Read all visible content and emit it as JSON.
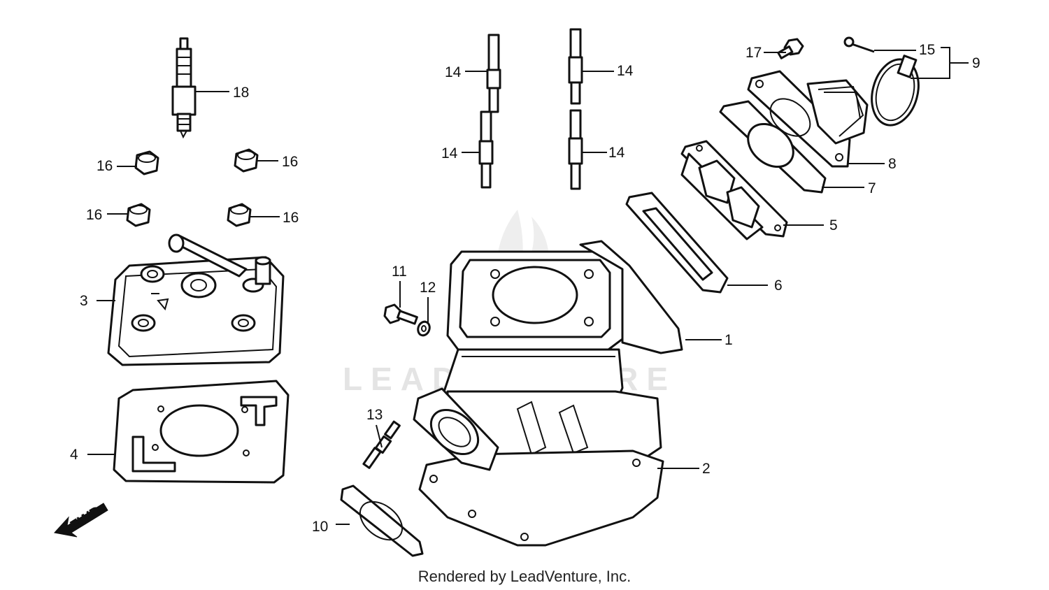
{
  "callouts": {
    "c1": "1",
    "c2": "2",
    "c3": "3",
    "c4": "4",
    "c5": "5",
    "c6": "6",
    "c7": "7",
    "c8": "8",
    "c9": "9",
    "c10": "10",
    "c11": "11",
    "c12": "12",
    "c13": "13",
    "c14a": "14",
    "c14b": "14",
    "c14c": "14",
    "c14d": "14",
    "c15": "15",
    "c16a": "16",
    "c16b": "16",
    "c16c": "16",
    "c16d": "16",
    "c17": "17",
    "c18": "18"
  },
  "fwd_label": "FWD",
  "watermark": "LEADVENTURE",
  "footer": "Rendered by LeadVenture, Inc.",
  "colors": {
    "ink": "#111111",
    "watermark": "#e4e4e4",
    "background": "#ffffff"
  }
}
